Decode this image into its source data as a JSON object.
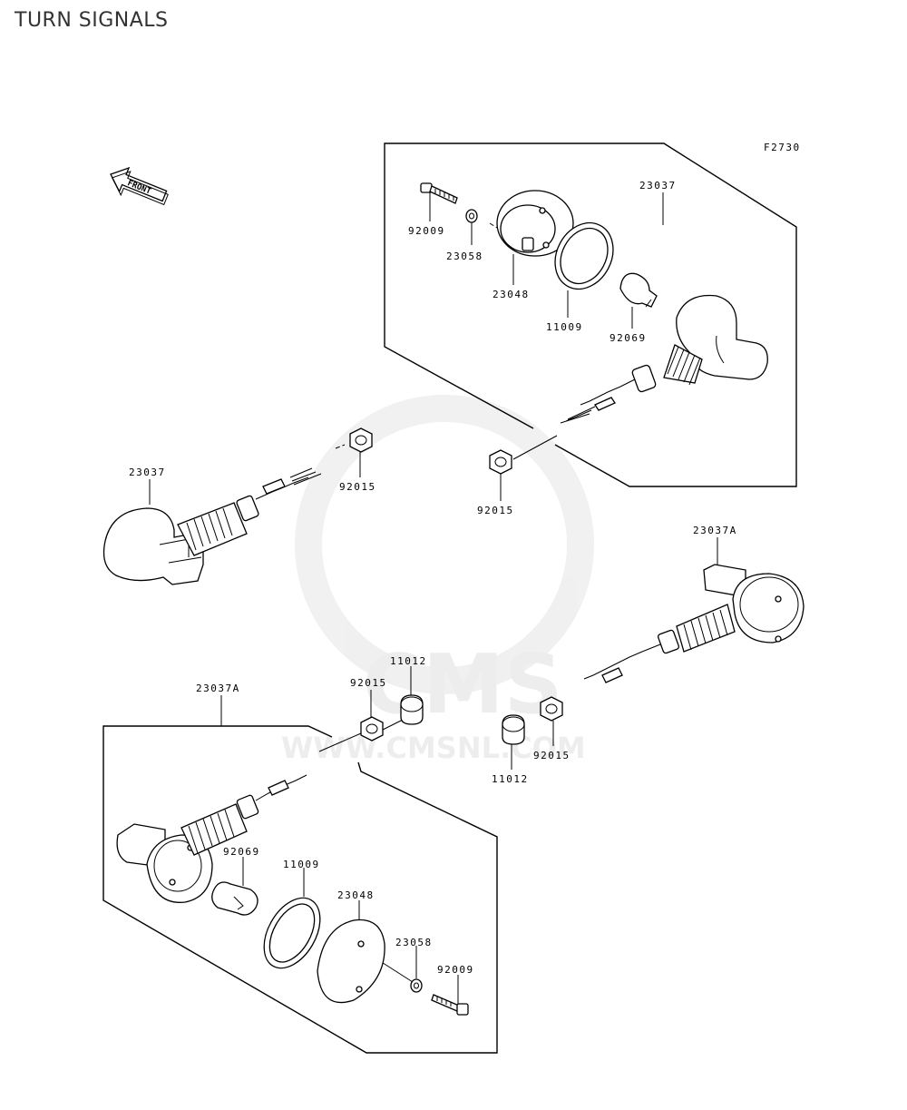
{
  "title": "TURN SIGNALS",
  "figure_code": "F2730",
  "direction_label": "FRONT",
  "watermark": {
    "brand": "CMS",
    "url": "WWW.CMSNL.COM",
    "color": "#e6e6e6"
  },
  "labels": {
    "tr_23037": "23037",
    "tr_92009": "92009",
    "tr_23058": "23058",
    "tr_23048": "23048",
    "tr_11009": "11009",
    "tr_92069": "92069",
    "ml_23037": "23037",
    "ml_92015": "92015",
    "mc_92015": "92015",
    "rt_23037A": "23037A",
    "c_11012_top": "11012",
    "c_92015": "92015",
    "rb_92015": "92015",
    "rb_11012": "11012",
    "bl_23037A": "23037A",
    "bl_92069": "92069",
    "bl_11009": "11009",
    "bl_23048": "23048",
    "bl_23058": "23058",
    "bl_92009": "92009"
  }
}
